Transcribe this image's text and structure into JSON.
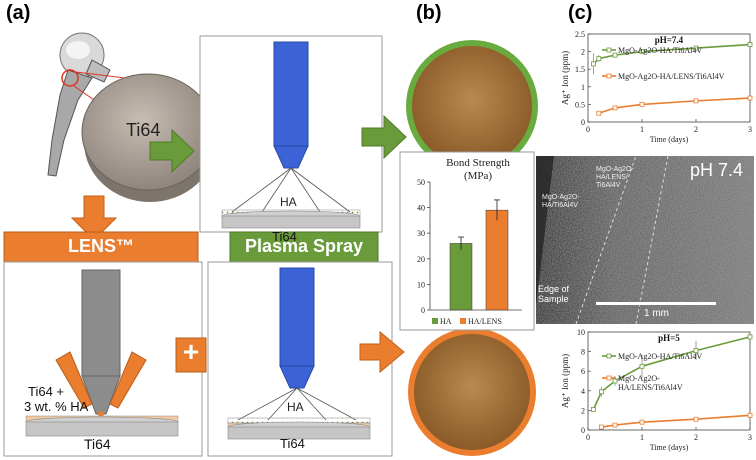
{
  "panels": {
    "a": "(a)",
    "b": "(b)",
    "c": "(c)"
  },
  "labels": {
    "ti64": "Ti64",
    "ha": "HA",
    "lens": "LENS™",
    "plasma_spray": "Plasma Spray",
    "plus": "+",
    "ti64_plus": "Ti64 +",
    "ha_wt": "3 wt. % HA"
  },
  "colors": {
    "green": "#6a9b3a",
    "orange": "#ea7d2e",
    "blue": "#3b63d6",
    "gray": "#8c8c8c"
  },
  "bond_chart": {
    "title": "Bond Strength",
    "unit": "(MPa)",
    "legend": [
      "HA",
      "HA/LENS"
    ]
  },
  "sem": {
    "label_ph": "pH 7.4",
    "region_left": "MgO-Ag2O-\nHA/Ti6Al4V",
    "region_mid": "MgO-Ag2O-\nHA/LENS/\nTi6Al4V",
    "edge": "Edge of\nSample",
    "scale": "1 mm"
  },
  "chart_data": [
    {
      "type": "bar",
      "title": "Bond Strength",
      "ylabel": "(MPa)",
      "categories": [
        "HA",
        "HA/LENS"
      ],
      "values": [
        26,
        39
      ],
      "errors": [
        2.5,
        4
      ],
      "ylim": [
        0,
        50
      ],
      "yticks": [
        0,
        10,
        20,
        30,
        40,
        50
      ],
      "colors": [
        "#6a9b3a",
        "#ea7d2e"
      ],
      "legend": "bottom"
    },
    {
      "type": "line",
      "title": "pH=7.4",
      "xlabel": "Time (days)",
      "ylabel": "Ag⁺ Ion (ppm)",
      "xlim": [
        0,
        3
      ],
      "ylim": [
        0,
        2.5
      ],
      "xticks": [
        0,
        1,
        2,
        3
      ],
      "yticks": [
        0,
        0.5,
        1,
        1.5,
        2,
        2.5
      ],
      "ytick_labels": [
        "0",
        "0.5",
        "1",
        "1.5",
        "2",
        "2.5"
      ],
      "series": [
        {
          "name": "MgO-Ag2O-HA/Ti6Al4V",
          "color": "#6a9b3a",
          "x": [
            0.1,
            0.2,
            0.5,
            1,
            2,
            3
          ],
          "y": [
            1.65,
            1.8,
            1.9,
            2.0,
            2.1,
            2.2
          ],
          "err": [
            0.3,
            0.1,
            0.05,
            0.05,
            0.05,
            0.05
          ]
        },
        {
          "name": "MgO-Ag2O-HA/LENS/Ti6Al4V",
          "color": "#ea7d2e",
          "x": [
            0.2,
            0.5,
            1,
            2,
            3
          ],
          "y": [
            0.25,
            0.4,
            0.5,
            0.6,
            0.68
          ],
          "err": [
            0.03,
            0.03,
            0.03,
            0.03,
            0.03
          ]
        }
      ]
    },
    {
      "type": "line",
      "title": "pH=5",
      "xlabel": "Time (days)",
      "ylabel": "Ag⁺ Ion (ppm)",
      "xlim": [
        0,
        3
      ],
      "ylim": [
        0,
        10
      ],
      "xticks": [
        0,
        1,
        2,
        3
      ],
      "yticks": [
        0,
        2,
        4,
        6,
        8,
        10
      ],
      "ytick_labels": [
        "0",
        "2",
        "4",
        "6",
        "8",
        "10"
      ],
      "series": [
        {
          "name": "MgO-Ag2O-HA/Ti6Al4V",
          "color": "#6a9b3a",
          "x": [
            0.1,
            0.25,
            0.5,
            1,
            2,
            3
          ],
          "y": [
            2.1,
            3.9,
            5.0,
            6.5,
            8.1,
            9.5
          ],
          "err": [
            0.2,
            0.5,
            0.5,
            1.2,
            1.0,
            0.5
          ]
        },
        {
          "name": "MgO-Ag2O-\nHA/LENS/Ti6Al4V",
          "color": "#ea7d2e",
          "x": [
            0.25,
            0.5,
            1,
            2,
            3
          ],
          "y": [
            0.3,
            0.5,
            0.8,
            1.1,
            1.5
          ],
          "err": [
            0.1,
            0.1,
            0.1,
            0.1,
            0.1
          ]
        }
      ]
    }
  ]
}
